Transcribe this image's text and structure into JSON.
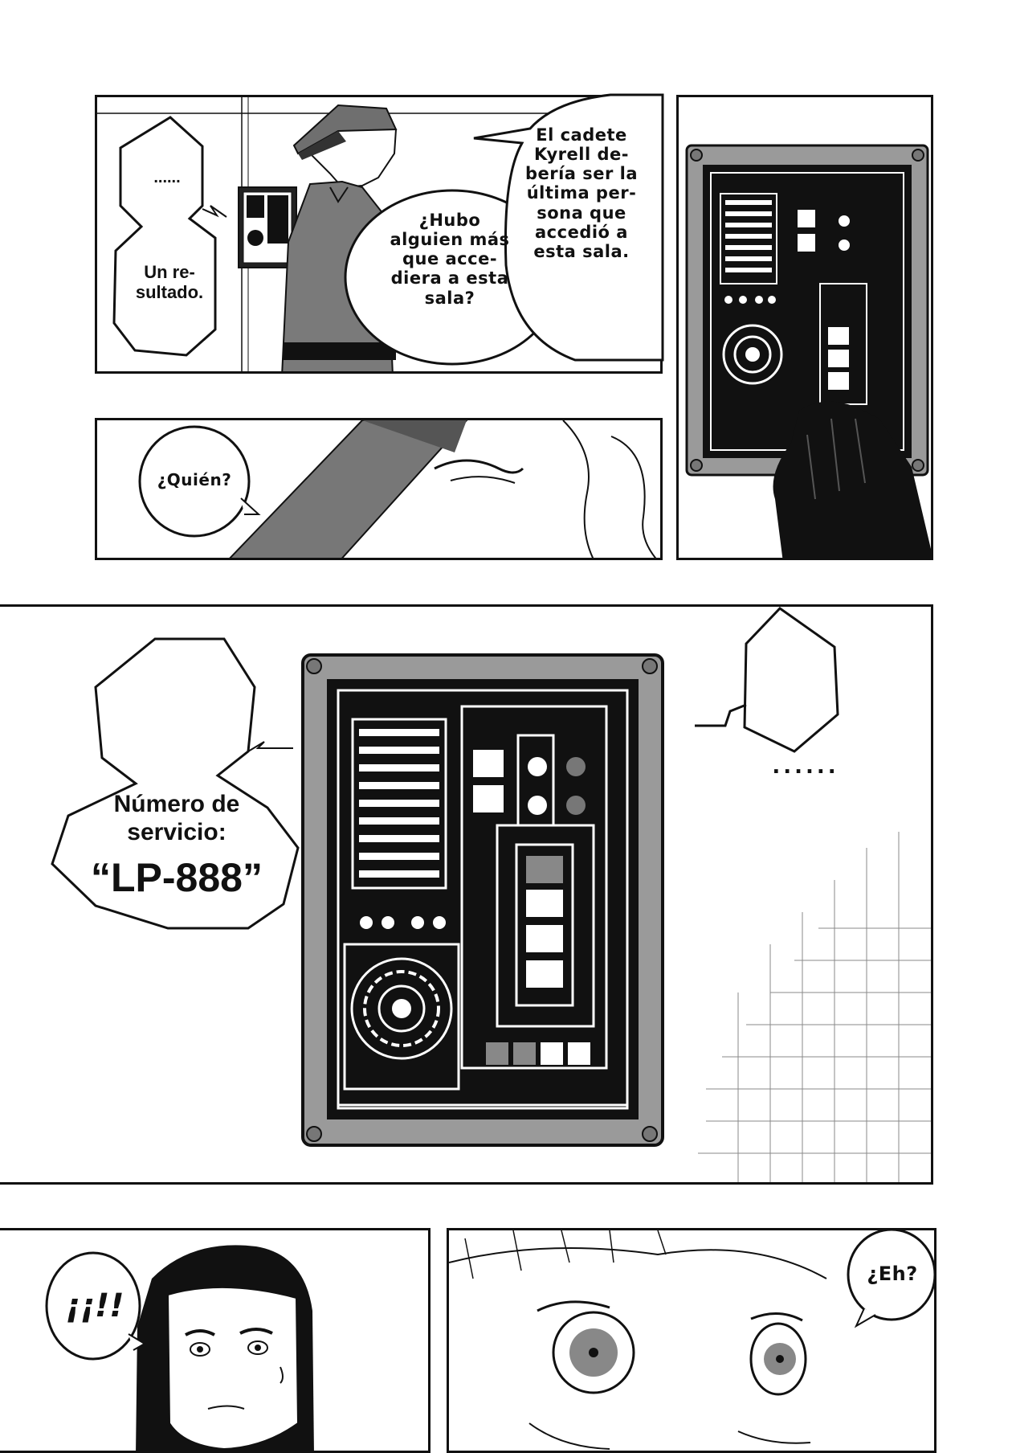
{
  "panels": {
    "p1": {
      "bubble_dots": "......",
      "bubble_result": "Un re-\nsultado.",
      "bubble_question": "¿Hubo\nalguien más\nque acce-\ndiera a esta\nsala?",
      "bubble_cadet": "El cadete\nKyrell de-\nbería ser la\núltima per-\nsona que\naccedió a\nesta sala."
    },
    "p3": {
      "bubble_who": "¿Quién?"
    },
    "p4": {
      "bubble_service_label": "Número de\nservicio:",
      "bubble_service_number": "“LP-888”",
      "bubble_dots": "......"
    },
    "p5": {
      "bubble_shock": "¡¡!!"
    },
    "p6": {
      "bubble_eh": "¿Eh?"
    }
  },
  "colors": {
    "ink": "#111111",
    "paper": "#ffffff",
    "screentone": "#8a8a8a"
  }
}
